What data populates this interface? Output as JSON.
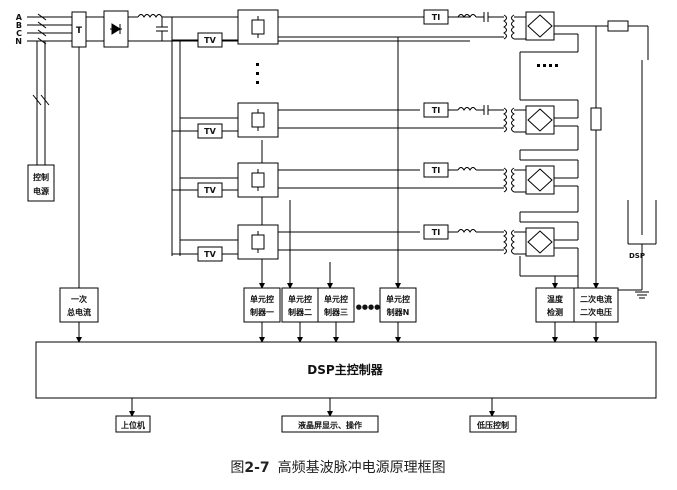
{
  "phases": [
    "A",
    "B",
    "C",
    "N"
  ],
  "blocks": {
    "breaker": "T",
    "control_power": [
      "控制",
      "电源"
    ],
    "tv_label": "TV",
    "ti_label": "TI",
    "primary_sensing": [
      "一次",
      "总电流"
    ],
    "unit_controllers": [
      [
        "单元控",
        "制器一"
      ],
      [
        "单元控",
        "制器二"
      ],
      [
        "单元控",
        "制器三"
      ],
      [
        "单元控",
        "制器N"
      ]
    ],
    "unit_ellipsis": "●●●●",
    "temp_detect": [
      "温度",
      "检测"
    ],
    "secondary_sensing": [
      "二次电流",
      "二次电压"
    ],
    "dsp_main": "DSP主控制器",
    "load_label": "DSP",
    "host_pc": "上位机",
    "lcd_display": "液晶屏显示、操作",
    "voltage_control": "低压控制"
  },
  "caption": {
    "prefix": "图",
    "number": "2-7",
    "title": "高频基波脉冲电源原理框图"
  }
}
